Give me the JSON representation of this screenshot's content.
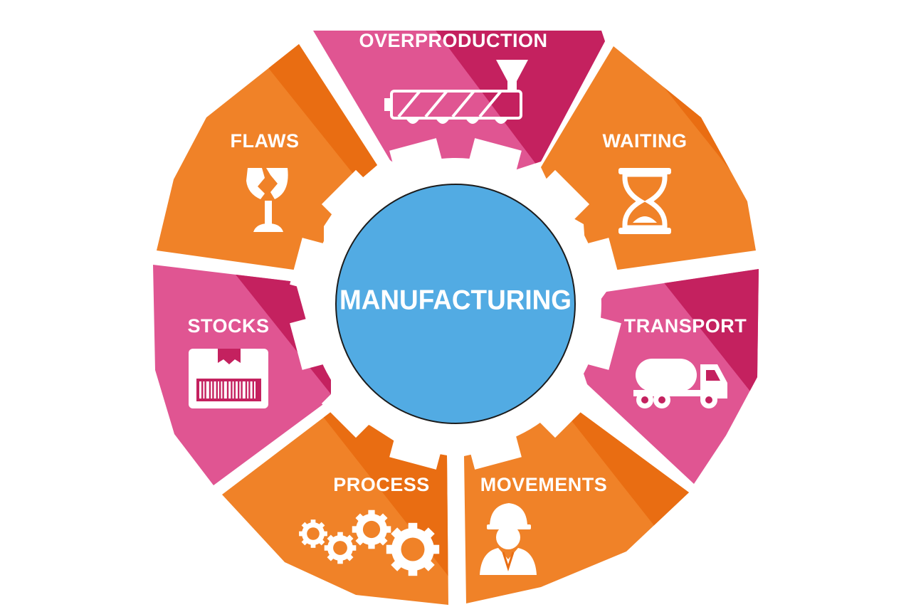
{
  "center": {
    "label": "MANUFACTURING",
    "color": "#52abe3"
  },
  "colors": {
    "orange": "#f08228",
    "orange_shade": "#e96d12",
    "magenta": "#e05592",
    "magenta_shade": "#c4215f",
    "gear": "#ffffff"
  },
  "segments": [
    {
      "id": "overproduction",
      "label": "OVERPRODUCTION",
      "icon": "extruder-icon",
      "color": "magenta"
    },
    {
      "id": "waiting",
      "label": "WAITING",
      "icon": "hourglass-icon",
      "color": "orange"
    },
    {
      "id": "transport",
      "label": "TRANSPORT",
      "icon": "tanker-truck-icon",
      "color": "magenta"
    },
    {
      "id": "movements",
      "label": "MOVEMENTS",
      "icon": "worker-icon",
      "color": "orange"
    },
    {
      "id": "process",
      "label": "PROCESS",
      "icon": "gears-icon",
      "color": "orange"
    },
    {
      "id": "stocks",
      "label": "STOCKS",
      "icon": "barcode-box-icon",
      "color": "magenta"
    },
    {
      "id": "flaws",
      "label": "FLAWS",
      "icon": "broken-glass-icon",
      "color": "orange"
    }
  ]
}
